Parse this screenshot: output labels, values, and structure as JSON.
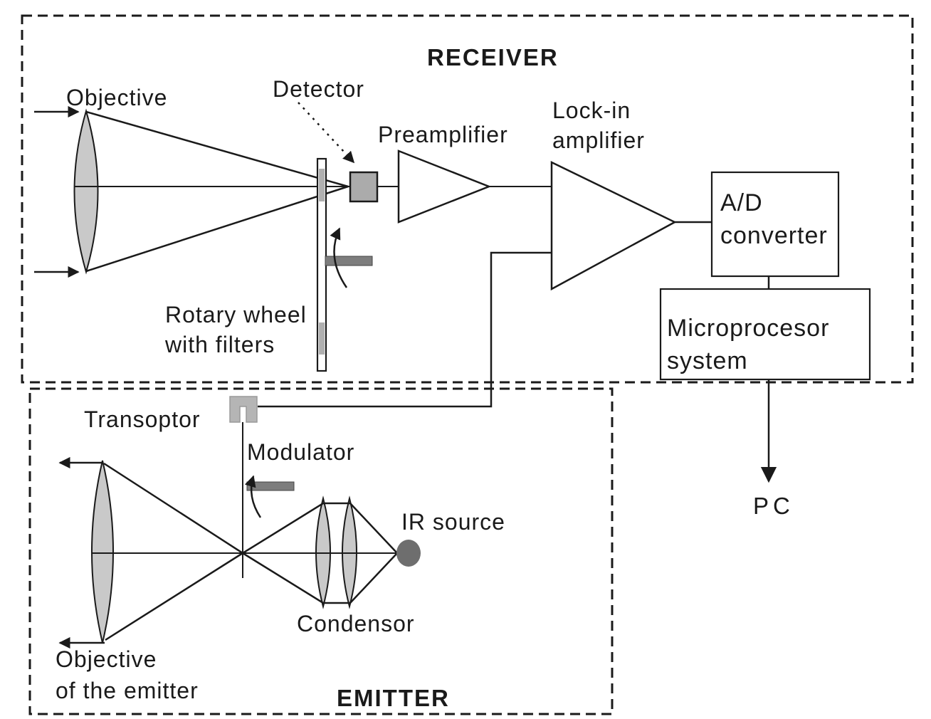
{
  "colors": {
    "line": "#1a1a1a",
    "lens": "#c9c9c9",
    "detector": "#ababab",
    "filter": "#b0b0b0",
    "blade": "#7d7d7d",
    "ir": "#6e6e6e",
    "transoptor": "#b5b5b5",
    "bg": "#ffffff"
  },
  "receiver": {
    "title": "RECEIVER",
    "objective_label": "Objective",
    "detector_label": "Detector",
    "preamplifier_label": "Preamplifier",
    "lockin_label_line1": "Lock-in",
    "lockin_label_line2": "amplifier",
    "rotary_label_line1": "Rotary wheel",
    "rotary_label_line2": "with filters",
    "ad_label_line1": "A/D",
    "ad_label_line2": "converter",
    "micro_label_line1": "Microprocesor",
    "micro_label_line2": "system"
  },
  "emitter": {
    "title": "EMITTER",
    "transoptor_label": "Transoptor",
    "modulator_label": "Modulator",
    "ir_source_label": "IR source",
    "condensor_label": "Condensor",
    "objective_label_line1": "Objective",
    "objective_label_line2": "of the emitter"
  },
  "output": {
    "pc_label": "PC"
  }
}
